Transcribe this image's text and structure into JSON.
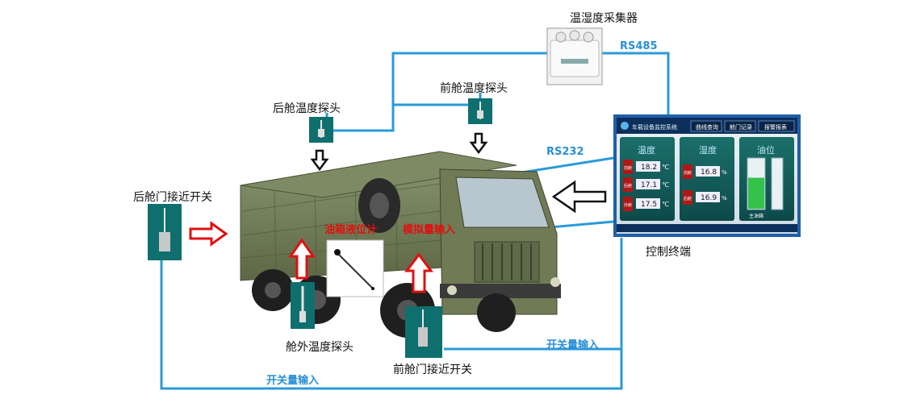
{
  "labels": {
    "humidity_collector": "温湿度采集器",
    "rs485": "RS485",
    "rear_temp_probe": "后舱温度探头",
    "front_temp_probe": "前舱温度探头",
    "rs232": "RS232",
    "rear_door_switch": "后舱门接近开关",
    "oil_level_gauge": "油箱液位计",
    "analog_input": "模拟量输入",
    "control_terminal": "控制终端",
    "outside_temp_probe": "舱外温度探头",
    "switch_input_right": "开关量输入",
    "front_door_switch": "前舱门接近开关",
    "switch_input_bottom": "开关量输入"
  },
  "terminal": {
    "header_title": "车载设备监控系统",
    "tabs": [
      "曲线查询",
      "舱门记录",
      "报警报表"
    ],
    "temp_panel": {
      "title": "温度",
      "rows": [
        {
          "label": "前舱",
          "value": "18.2",
          "unit": "℃"
        },
        {
          "label": "后舱",
          "value": "17.1",
          "unit": "℃"
        },
        {
          "label": "外舱",
          "value": "17.5",
          "unit": "℃"
        }
      ]
    },
    "humidity_panel": {
      "title": "湿度",
      "rows": [
        {
          "label": "前舱",
          "value": "16.8",
          "unit": "%"
        },
        {
          "label": "后舱",
          "value": "16.9",
          "unit": "%"
        }
      ]
    },
    "oil_panel": {
      "title": "油位",
      "level": 0.62,
      "foot_label": "主油箱"
    }
  },
  "colors": {
    "wire": "#2a9ad8",
    "red_arrow": "#e01010",
    "truck_body": "#6f7a55",
    "terminal_frame": "#1f5fa8"
  }
}
